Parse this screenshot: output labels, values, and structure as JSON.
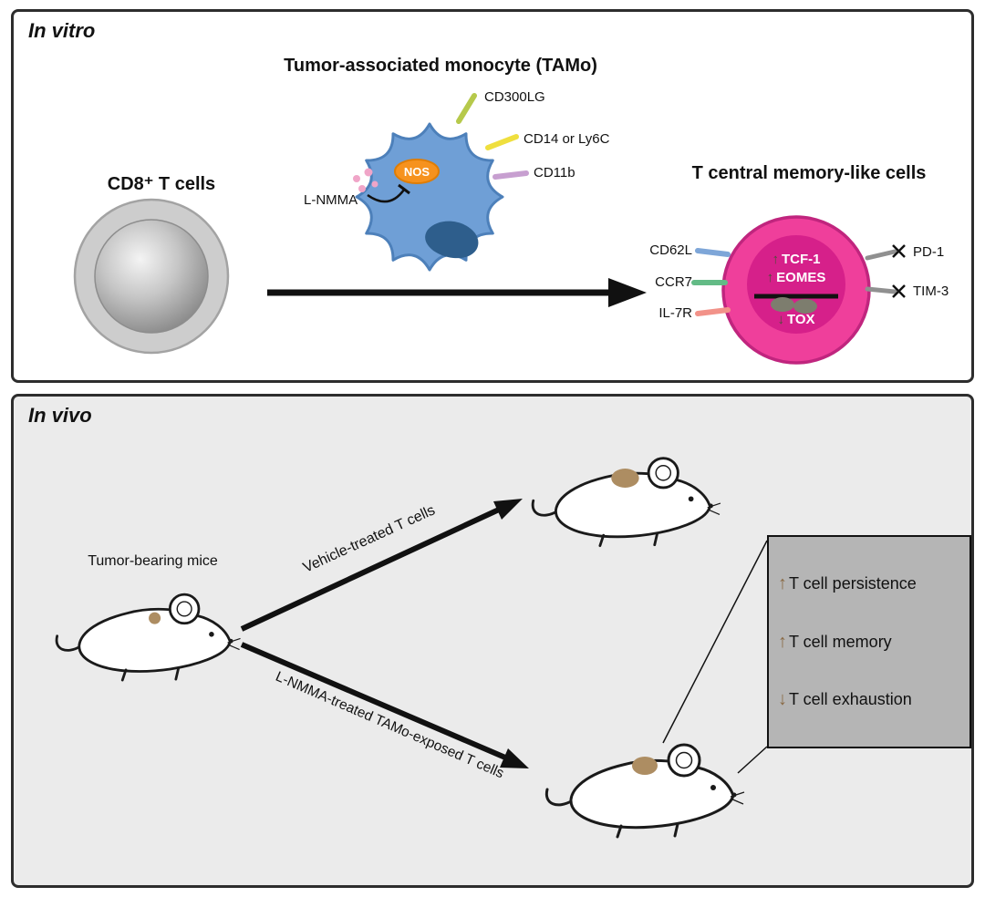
{
  "invitro": {
    "title": "In vitro",
    "tamo_heading": "Tumor-associated monocyte (TAMo)",
    "nos_label": "NOS",
    "lnmma_label": "L-NMMA",
    "cd8_label": "CD8⁺ T cells",
    "tcm_heading": "T central memory-like cells",
    "monocyte_markers": [
      {
        "label": "CD300LG",
        "color": "#b6c94b"
      },
      {
        "label": "CD14 or Ly6C",
        "color": "#efdf3e"
      },
      {
        "label": "CD11b",
        "color": "#c79fd0"
      }
    ],
    "tcm_left_markers": [
      {
        "label": "CD62L",
        "color": "#7ea6d8"
      },
      {
        "label": "CCR7",
        "color": "#63bb86"
      },
      {
        "label": "IL-7R",
        "color": "#f29289"
      }
    ],
    "tcm_right_markers": [
      {
        "label": "PD-1"
      },
      {
        "label": "TIM-3"
      }
    ],
    "tcm_nucleus_factors": [
      {
        "arrow": "↑",
        "label": "TCF-1"
      },
      {
        "arrow": "↑",
        "label": "EOMES"
      },
      {
        "arrow": "↓",
        "label": "TOX"
      }
    ]
  },
  "invivo": {
    "title": "In vivo",
    "source_label": "Tumor-bearing mice",
    "top_arrow_label": "Vehicle-treated T cells",
    "bottom_arrow_label": "L-NMMA-treated TAMo-exposed T cells",
    "outcomes": [
      {
        "arrow": "↑",
        "label": "T cell persistence"
      },
      {
        "arrow": "↑",
        "label": "T cell memory"
      },
      {
        "arrow": "↓",
        "label": "T cell exhaustion"
      }
    ]
  },
  "colors": {
    "monocyte_fill": "#6f9fd6",
    "monocyte_nucleus": "#2e5e8c",
    "nos_badge": "#f6921e",
    "tcm_fill": "#ef3f9b",
    "tcm_nucleus": "#d6208a",
    "tumor_spot": "#ad8d62",
    "outcome_arrow": "#8a6a45",
    "invivo_panel_bg": "#ebebeb"
  }
}
